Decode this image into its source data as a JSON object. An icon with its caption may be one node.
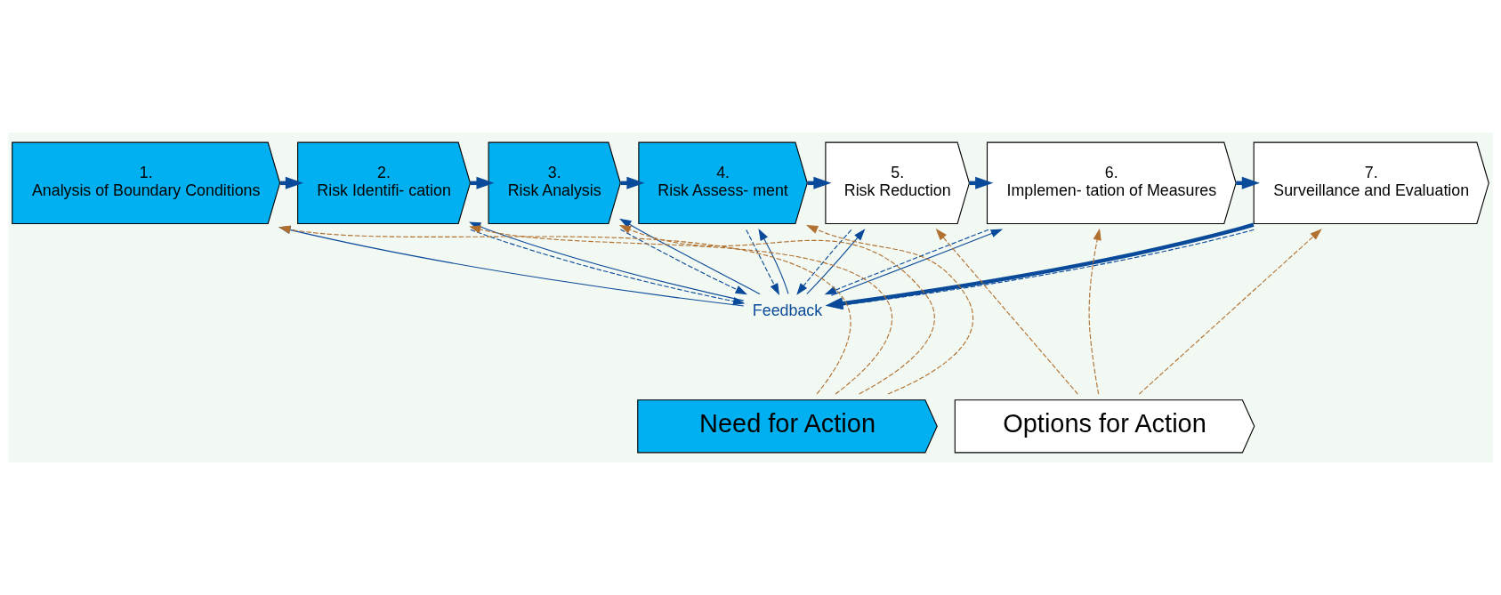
{
  "diagram": {
    "nodes": [
      {
        "text": [
          "1.",
          "Analysis of Boundary Conditions"
        ]
      },
      {
        "text": [
          "2.",
          "Risk Identifi- cation"
        ]
      },
      {
        "text": [
          "3.",
          "Risk Analysis"
        ]
      },
      {
        "text": [
          "4.",
          "Risk Assess- ment"
        ]
      },
      {
        "text": [
          "5.",
          "Risk Reduction"
        ]
      },
      {
        "text": [
          "6.",
          "Implemen- tation of Measures"
        ]
      },
      {
        "text": [
          "7.",
          "Surveillance and Evaluation"
        ]
      },
      {
        "text": [
          "Feedback"
        ]
      },
      {
        "text": [
          "Need for Action"
        ]
      },
      {
        "text": [
          "Options for Action"
        ]
      }
    ],
    "edges": [
      {
        "from": 0,
        "to": 1,
        "arrow": "to",
        "style": "thick"
      },
      {
        "from": 1,
        "to": 2,
        "arrow": "to",
        "style": "thick"
      },
      {
        "from": 2,
        "to": 3,
        "arrow": "to",
        "style": "thick"
      },
      {
        "from": 3,
        "to": 4,
        "arrow": "to",
        "style": "thick"
      },
      {
        "from": 4,
        "to": 5,
        "arrow": "to",
        "style": "thick"
      },
      {
        "from": 5,
        "to": 6,
        "arrow": "to",
        "style": "thick"
      },
      {
        "from": 6,
        "to": 7,
        "arrow": "to",
        "style": "thick"
      },
      {
        "from": 1,
        "to": 7,
        "arrow": "to",
        "style": "dashed"
      },
      {
        "from": 2,
        "to": 7,
        "arrow": "to",
        "style": "dashed"
      },
      {
        "from": 3,
        "to": 7,
        "arrow": "to",
        "style": "dashed"
      },
      {
        "from": 4,
        "to": 7,
        "arrow": "to",
        "style": "dashed"
      },
      {
        "from": 5,
        "to": 7,
        "arrow": "to",
        "style": "dashed"
      },
      {
        "from": 6,
        "to": 7,
        "arrow": "to",
        "style": "dashed"
      },
      {
        "from": 7,
        "to": 0,
        "arrow": "to"
      },
      {
        "from": 7,
        "to": 1,
        "arrow": "to"
      },
      {
        "from": 7,
        "to": 2,
        "arrow": "to"
      },
      {
        "from": 7,
        "to": 3,
        "arrow": "to"
      },
      {
        "from": 7,
        "to": 4,
        "arrow": "to"
      },
      {
        "from": 7,
        "to": 5,
        "arrow": "to"
      },
      {
        "from": 8,
        "to": 0,
        "arrow": "to",
        "style": "dashed",
        "color": "#b07030"
      },
      {
        "from": 8,
        "to": 1,
        "arrow": "to",
        "style": "dashed",
        "color": "#b07030"
      },
      {
        "from": 8,
        "to": 2,
        "arrow": "to",
        "style": "dashed",
        "color": "#b07030"
      },
      {
        "from": 8,
        "to": 3,
        "arrow": "to",
        "style": "dashed",
        "color": "#b07030"
      },
      {
        "from": 9,
        "to": 4,
        "arrow": "to",
        "style": "dashed",
        "color": "#b07030"
      },
      {
        "from": 9,
        "to": 5,
        "arrow": "to",
        "style": "dashed",
        "color": "#b07030"
      },
      {
        "from": 9,
        "to": 6,
        "arrow": "to",
        "style": "dashed",
        "color": "#b07030"
      }
    ]
  }
}
